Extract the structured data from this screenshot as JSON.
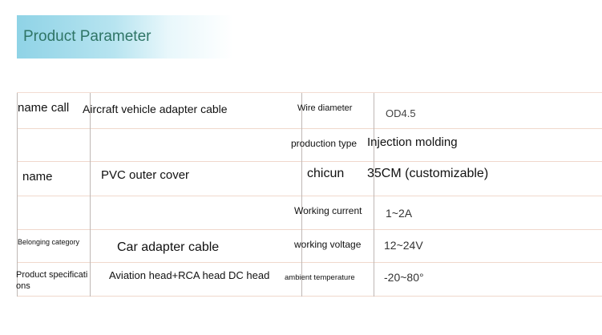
{
  "title": "Product Parameter",
  "rows": [
    {
      "l1": "name call",
      "v1": "Aircraft vehicle adapter cable",
      "l2": "Wire diameter",
      "v2": "OD4.5"
    },
    {
      "l1": "",
      "v1": "",
      "l2": "production type",
      "v2": "Injection molding"
    },
    {
      "l1": "name",
      "v1": "PVC outer cover",
      "l2": "chicun",
      "v2": "35CM (customizable)"
    },
    {
      "l1": "",
      "v1": "",
      "l2": "Working current",
      "v2": "1~2A"
    },
    {
      "l1": "Belonging category",
      "v1": "Car adapter cable",
      "l2": "working voltage",
      "v2": "12~24V"
    },
    {
      "l1": "Product specifications",
      "v1": "Aviation head+RCA head DC head",
      "l2": "ambient temperature",
      "v2": "-20~80°"
    }
  ]
}
